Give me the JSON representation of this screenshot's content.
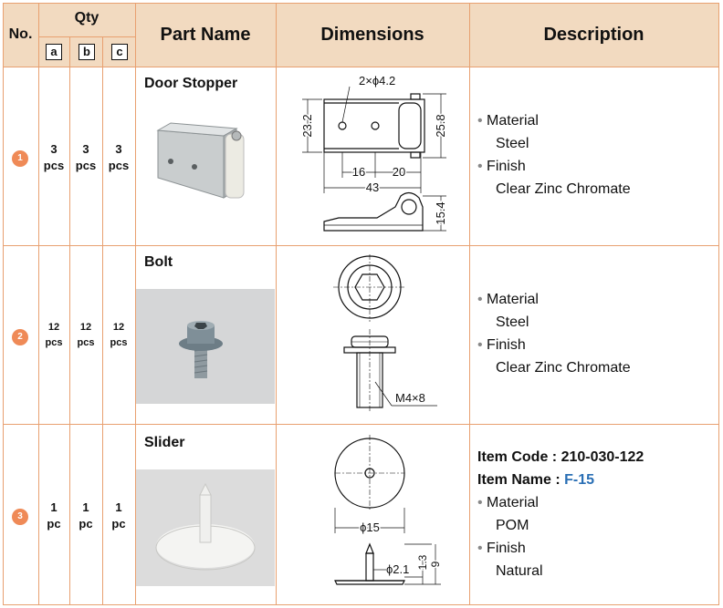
{
  "header": {
    "no": "No.",
    "qty": "Qty",
    "qty_cols": [
      "a",
      "b",
      "c"
    ],
    "part_name": "Part Name",
    "dimensions": "Dimensions",
    "description": "Description"
  },
  "rows": [
    {
      "no": "1",
      "qty": [
        [
          "3",
          "pcs"
        ],
        [
          "3",
          "pcs"
        ],
        [
          "3",
          "pcs"
        ]
      ],
      "name": "Door Stopper",
      "dims": {
        "holes": "2×ϕ4.2",
        "h1": "23.2",
        "h2": "25.8",
        "w1": "16",
        "w2": "20",
        "w3": "43",
        "h3": "15.4"
      },
      "desc": {
        "material_label": "Material",
        "material": "Steel",
        "finish_label": "Finish",
        "finish": "Clear Zinc Chromate"
      }
    },
    {
      "no": "2",
      "qty": [
        [
          "12",
          "pcs"
        ],
        [
          "12",
          "pcs"
        ],
        [
          "12",
          "pcs"
        ]
      ],
      "name": "Bolt",
      "dims": {
        "thread": "M4×8"
      },
      "desc": {
        "material_label": "Material",
        "material": "Steel",
        "finish_label": "Finish",
        "finish": "Clear Zinc Chromate"
      }
    },
    {
      "no": "3",
      "qty": [
        [
          "1",
          "pc"
        ],
        [
          "1",
          "pc"
        ],
        [
          "1",
          "pc"
        ]
      ],
      "name": "Slider",
      "dims": {
        "dia": "ϕ15",
        "pin": "ϕ2.1",
        "h1": "1.3",
        "h2": "9"
      },
      "desc": {
        "item_code": "Item Code : 210-030-122",
        "item_name_label": "Item Name : ",
        "item_name": "F-15",
        "material_label": "Material",
        "material": "POM",
        "finish_label": "Finish",
        "finish": "Natural"
      }
    }
  ]
}
